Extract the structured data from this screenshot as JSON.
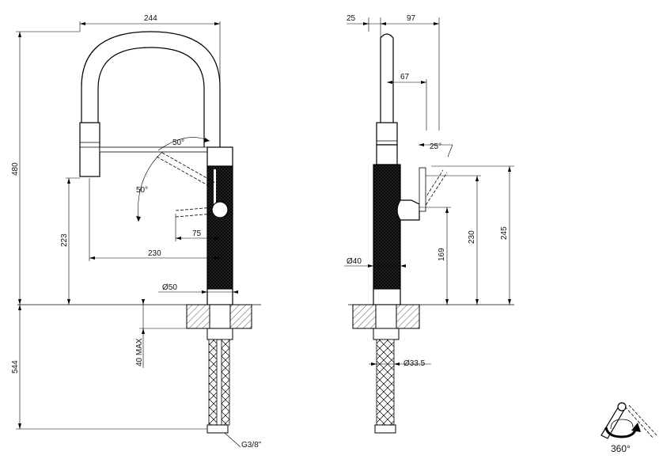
{
  "front": {
    "reach": "244",
    "height": "480",
    "spray_angle_up": "50°",
    "spray_angle_down": "50°",
    "spout_height": "223",
    "lever_offset": "75",
    "spray_reach": "230",
    "base_diameter": "Ø50",
    "max_deck": "40 MAX",
    "under_deck": "544",
    "connection": "G3/8\""
  },
  "side": {
    "offset_left": "25",
    "projection": "97",
    "lever_reach": "67",
    "lever_angle": "25°",
    "body_diameter": "Ø40",
    "lever_height_low": "169",
    "lever_height": "230",
    "lever_top_height": "245",
    "shank_diameter": "Ø33.5"
  },
  "rotation": {
    "label": "360°"
  }
}
